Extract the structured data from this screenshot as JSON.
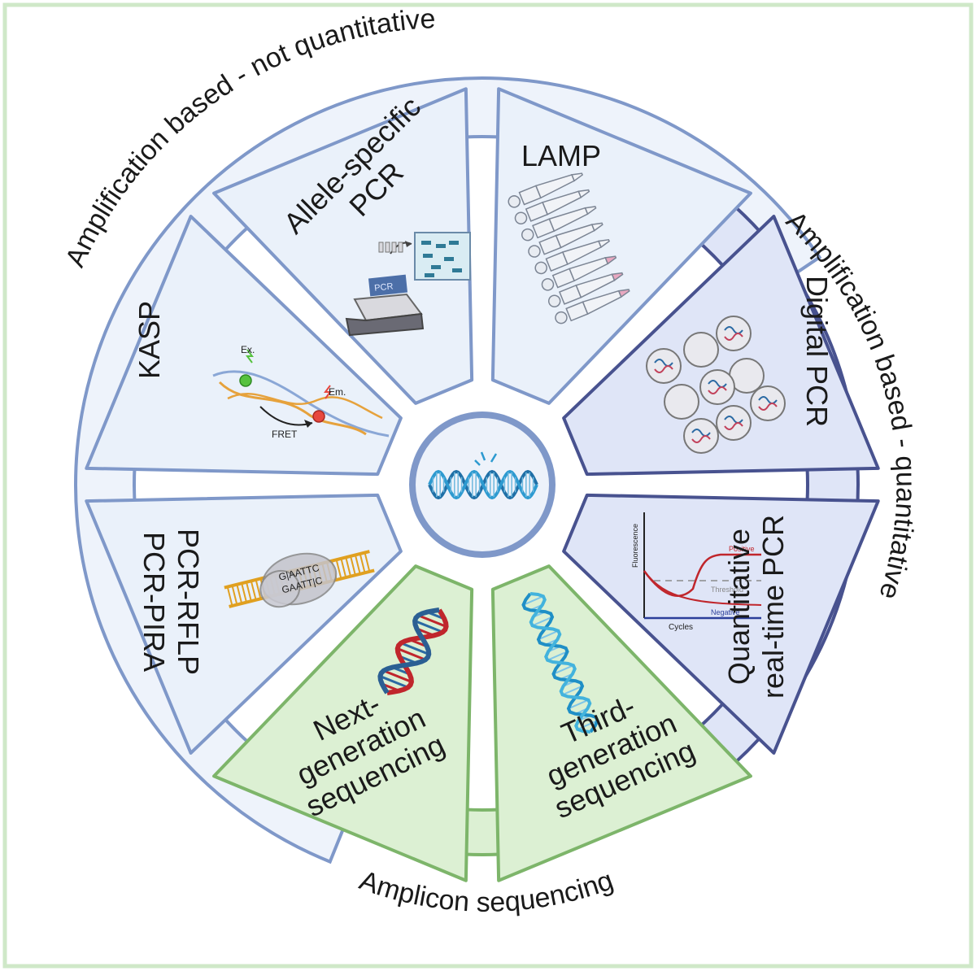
{
  "colors": {
    "frame_border": "#cfe8c8",
    "blue_light_fill": "#eaf1fa",
    "blue_light_stroke": "#7f98c9",
    "blue_dark_fill": "#dfe5f7",
    "blue_dark_stroke": "#48528f",
    "green_fill": "#dcf0d3",
    "green_stroke": "#7db56a",
    "outer_ring_blue": "#eef3fb",
    "center_fill": "#edf2fa"
  },
  "rings": {
    "not_quantitative": "Amplification based - not quantitative",
    "quantitative": "Amplification based - quantitative",
    "amplicon": "Amplicon sequencing"
  },
  "segments": {
    "lamp": {
      "lines": [
        "LAMP"
      ],
      "icon": "pcr-tube-strip-icon"
    },
    "digital_pcr": {
      "lines": [
        "Digital PCR"
      ],
      "icon": "droplet-partitions-icon"
    },
    "qpcr": {
      "lines": [
        "Quantitative",
        "real-time PCR"
      ],
      "icon": "amplification-curve-icon",
      "plot_ylabel": "Fluorescence",
      "plot_xlabel": "Cycles",
      "positive": "Positive",
      "threshold": "Threshold",
      "negative": "Negative"
    },
    "third_gen": {
      "lines": [
        "Third-",
        "generation",
        "sequencing"
      ],
      "icon": "dna-helix-icon"
    },
    "next_gen": {
      "lines": [
        "Next-",
        "generation",
        "sequencing"
      ],
      "icon": "dna-double-helix-icon"
    },
    "rflp": {
      "lines": [
        "PCR-RFLP",
        "PCR-PIRA"
      ],
      "icon": "restriction-enzyme-icon",
      "site_top": "G|AATTC",
      "site_bottom": "GAATT|C"
    },
    "kasp": {
      "lines": [
        "KASP"
      ],
      "icon": "fret-probe-icon",
      "ex": "Ex.",
      "em": "Em.",
      "fret": "FRET"
    },
    "allele_specific": {
      "lines": [
        "Allele-specific",
        "PCR"
      ],
      "icon": "thermocycler-icon",
      "device": "PCR"
    }
  }
}
